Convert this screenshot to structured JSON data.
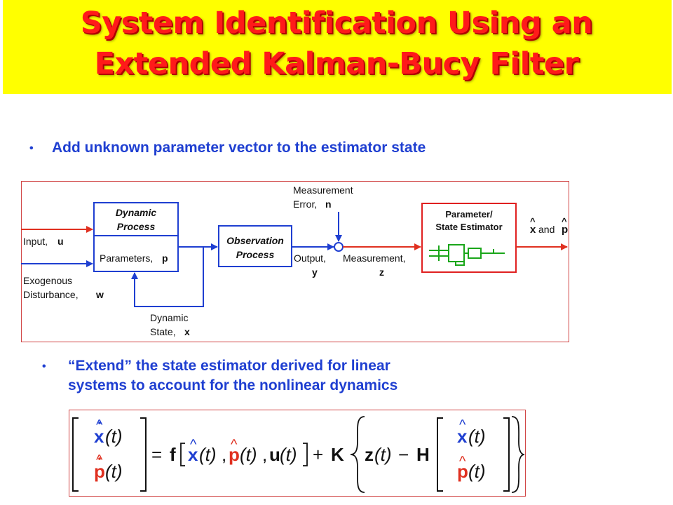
{
  "title": {
    "line1": "System Identification Using an",
    "line2": "Extended Kalman-Bucy Filter"
  },
  "bullets": {
    "b1": "Add unknown parameter vector to the estimator state",
    "b2_line1": "“Extend” the state estimator derived for linear",
    "b2_line2": "systems to account for the nonlinear dynamics"
  },
  "diagram": {
    "dynamic_process": "Dynamic Process",
    "dynamic_process_l1": "Dynamic",
    "dynamic_process_l2": "Process",
    "parameters": "Parameters,",
    "parameters_sym": "p",
    "observation_l1": "Observation",
    "observation_l2": "Process",
    "estimator_l1": "Parameter/",
    "estimator_l2": "State Estimator",
    "input": "Input,",
    "input_sym": "u",
    "exogenous_l1": "Exogenous",
    "exogenous_l2": "Disturbance,",
    "exogenous_sym": "w",
    "dyn_state_l1": "Dynamic",
    "dyn_state_l2": "State,",
    "dyn_state_sym": "x",
    "meas_error_l1": "Measurement",
    "meas_error_l2": "Error,",
    "meas_error_sym": "n",
    "output": "Output,",
    "output_sym": "y",
    "measurement": "Measurement,",
    "measurement_sym": "z",
    "result_x": "x",
    "result_and": "and",
    "result_p": "p",
    "colors": {
      "arrow_red": "#e03020",
      "arrow_blue": "#1f3fd1",
      "box_red": "#e02020",
      "estimator_green": "#1aa61a"
    }
  },
  "equation": {
    "xdot": "x",
    "pdot": "p",
    "t": "(t)",
    "f": "f",
    "K": "K",
    "H": "H",
    "z": "z",
    "u": "u",
    "eq": "=",
    "plus": "+",
    "minus": "−",
    "comma": ","
  }
}
